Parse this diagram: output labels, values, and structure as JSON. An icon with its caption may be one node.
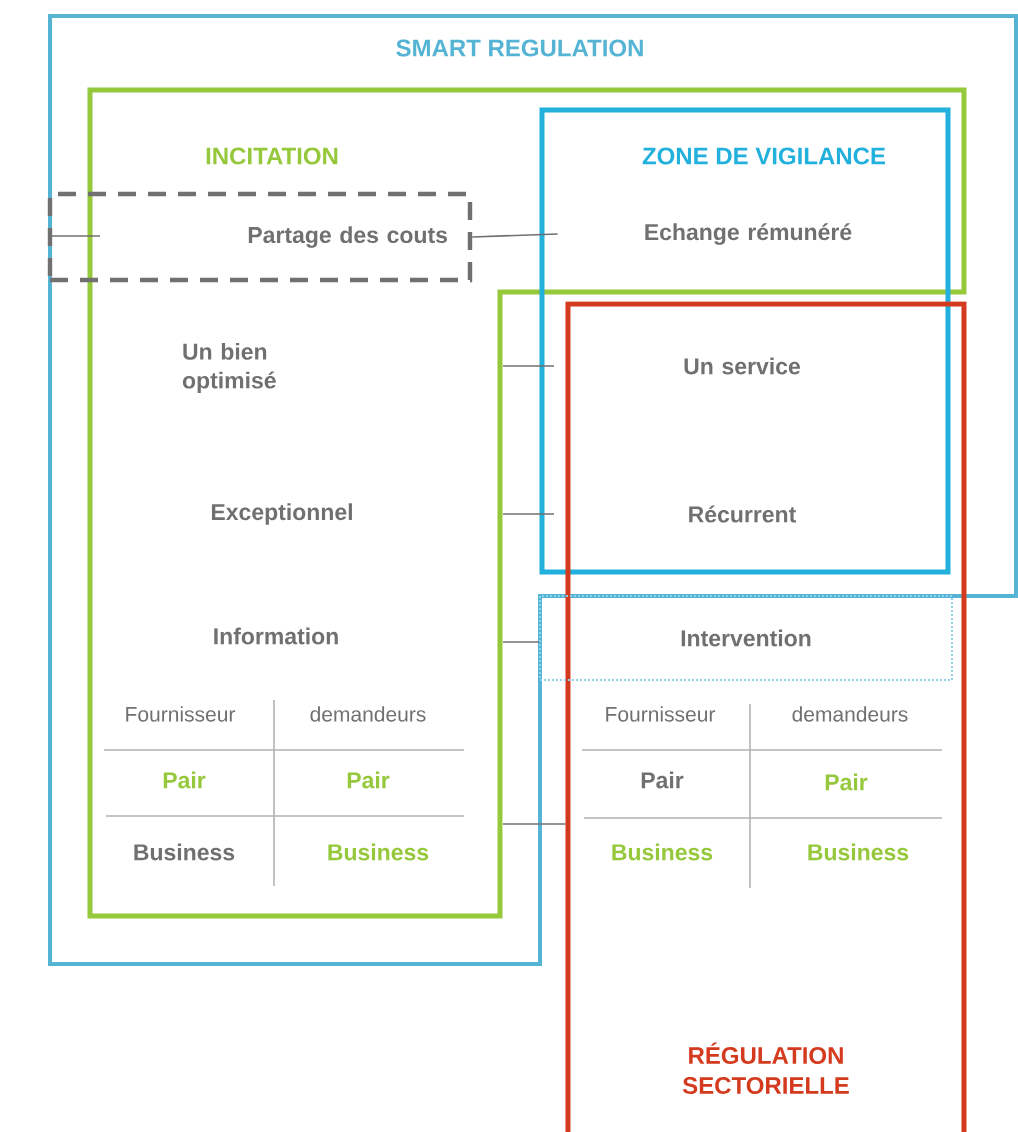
{
  "diagram": {
    "nodes": [
      {
        "text": [
          "SMART REGULATION"
        ]
      },
      {
        "text": [
          "INCITATION"
        ],
        "in": 0
      },
      {
        "text": [
          "ZONE DE VIGILANCE"
        ],
        "in": 0
      },
      {
        "text": [
          "RÉGULATION SECTORIELLE"
        ]
      },
      {
        "text": [
          "Partage des couts"
        ],
        "in": 0
      },
      {
        "text": [
          "Echange rémunéré"
        ],
        "in": 2
      },
      {
        "text": [
          "Un bien optimisé"
        ],
        "in": 1
      },
      {
        "text": [
          "Un service"
        ]
      },
      {
        "text": [
          "Exceptionnel"
        ],
        "in": 1
      },
      {
        "text": [
          "Récurrent"
        ]
      },
      {
        "text": [
          "Information"
        ],
        "in": 1
      },
      {
        "text": [
          "Intervention"
        ]
      }
    ],
    "edges": [
      {
        "from": 4,
        "to": 5,
        "arrow": "none"
      },
      {
        "from": 1,
        "to": 2,
        "arrow": "none"
      },
      {
        "from": 1,
        "to": 2,
        "arrow": "none"
      },
      {
        "from": 1,
        "to": 11,
        "arrow": "none"
      },
      {
        "from": 1,
        "to": 3,
        "arrow": "none"
      }
    ],
    "labels": [
      "Fournisseur",
      "demandeurs",
      "Pair",
      "Pair",
      "Business",
      "Business",
      "Fournisseur",
      "demandeurs",
      "Pair",
      "Pair",
      "Business",
      "Business"
    ]
  }
}
